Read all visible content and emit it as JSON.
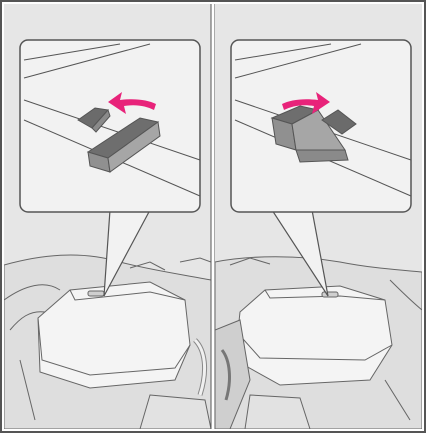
{
  "figure": {
    "panels": [
      {
        "id": "left",
        "callout": {
          "arrow_direction": "left",
          "arrow_color": "#e8237a"
        }
      },
      {
        "id": "right",
        "callout": {
          "arrow_direction": "right",
          "arrow_color": "#e8237a"
        }
      }
    ],
    "colors": {
      "background": "#e6e6e6",
      "line": "#555555",
      "panel_fill": "#efefef",
      "callout_fill": "#f2f2f2",
      "divider": "#ffffff",
      "accent": "#e8237a"
    }
  }
}
